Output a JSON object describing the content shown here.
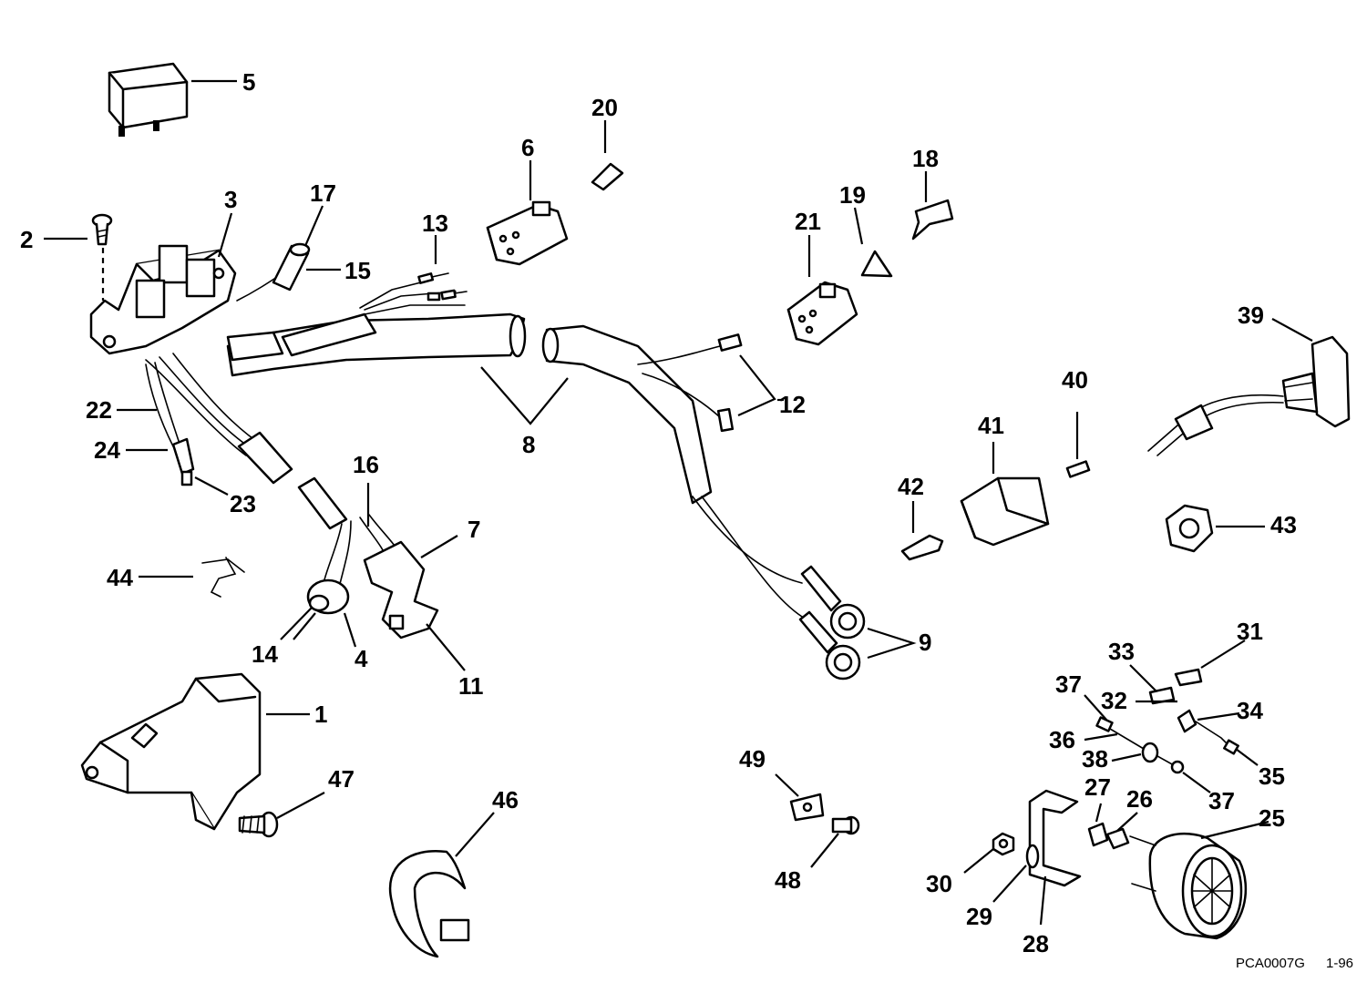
{
  "diagram": {
    "part_labels": {
      "p1": "1",
      "p2": "2",
      "p3": "3",
      "p4": "4",
      "p5": "5",
      "p6": "6",
      "p7": "7",
      "p8": "8",
      "p9": "9",
      "p11": "11",
      "p12": "12",
      "p13": "13",
      "p14": "14",
      "p15": "15",
      "p16": "16",
      "p17": "17",
      "p18": "18",
      "p19": "19",
      "p20": "20",
      "p21": "21",
      "p22": "22",
      "p23": "23",
      "p24": "24",
      "p25": "25",
      "p26": "26",
      "p27": "27",
      "p28": "28",
      "p29": "29",
      "p30": "30",
      "p31": "31",
      "p32": "32",
      "p33": "33",
      "p34": "34",
      "p35": "35",
      "p36": "36",
      "p37a": "37",
      "p37b": "37",
      "p38": "38",
      "p39": "39",
      "p40": "40",
      "p41": "41",
      "p42": "42",
      "p43": "43",
      "p44": "44",
      "p46": "46",
      "p47": "47",
      "p48": "48",
      "p49": "49"
    },
    "drawing_code": "PCA0007G",
    "revision": "1-96"
  }
}
